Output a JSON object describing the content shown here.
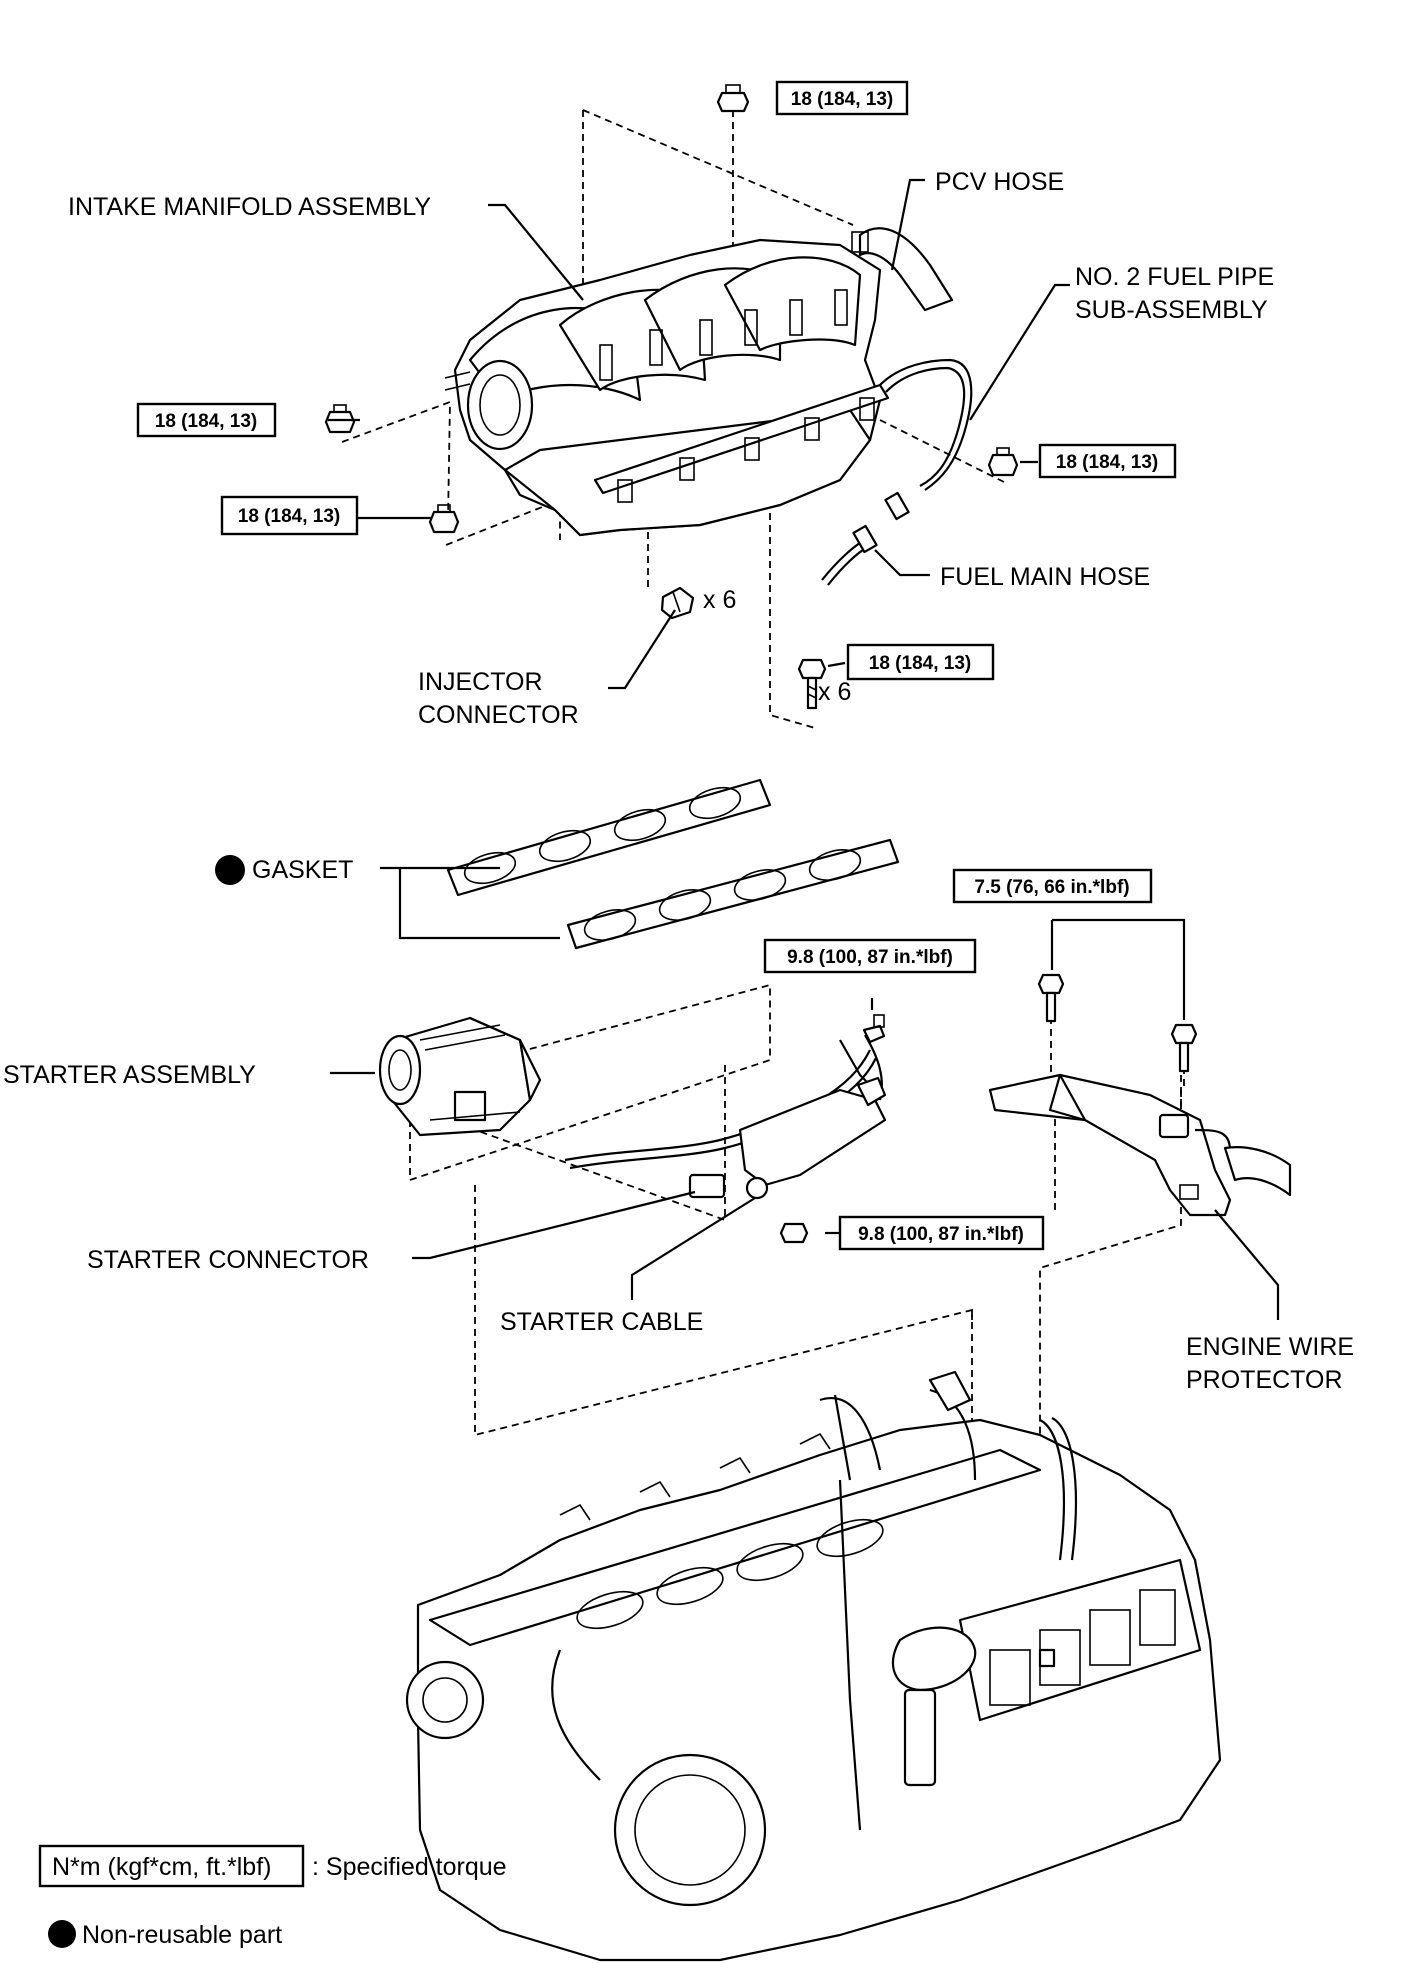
{
  "labels": {
    "intake_manifold": "INTAKE MANIFOLD ASSEMBLY",
    "pcv_hose": "PCV HOSE",
    "fuel_pipe_line1": "NO. 2 FUEL PIPE",
    "fuel_pipe_line2": "SUB-ASSEMBLY",
    "fuel_main_hose": "FUEL MAIN HOSE",
    "injector_line1": "INJECTOR",
    "injector_line2": "CONNECTOR",
    "injector_count": "x 6",
    "bolt_count": "x 6",
    "gasket": "GASKET",
    "starter_assembly": "STARTER ASSEMBLY",
    "starter_connector": "STARTER CONNECTOR",
    "starter_cable": "STARTER CABLE",
    "wire_protector_line1": "ENGINE WIRE",
    "wire_protector_line2": "PROTECTOR"
  },
  "torque": {
    "top_nut": "18 (184, 13)",
    "left_upper_nut": "18 (184, 13)",
    "left_lower_nut": "18 (184, 13)",
    "right_nut": "18 (184, 13)",
    "bolts": "18 (184, 13)",
    "wire_protector_bolts": "7.5 (76, 66 in.*lbf)",
    "starter_bolt": "9.8 (100, 87 in.*lbf)",
    "starter_nut": "9.8 (100, 87 in.*lbf)"
  },
  "legend": {
    "torque_unit": "N*m (kgf*cm, ft.*lbf)",
    "torque_desc": ": Specified torque",
    "non_reusable_desc": "Non-reusable part"
  }
}
